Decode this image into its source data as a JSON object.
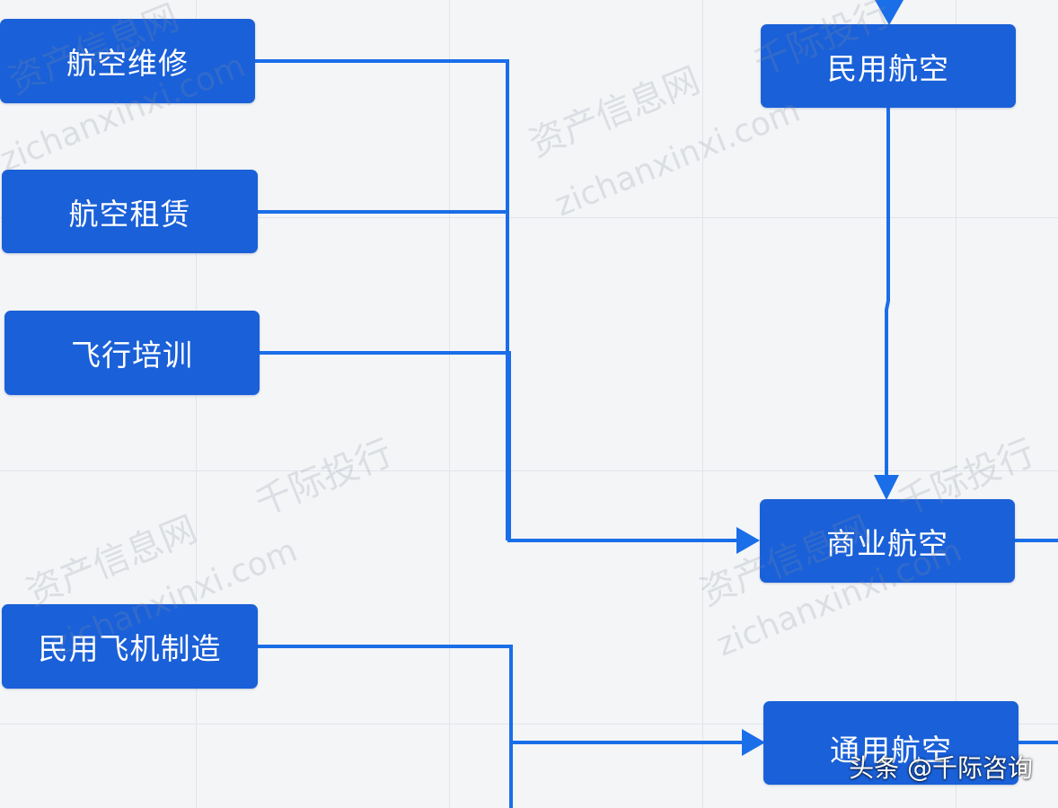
{
  "nodes": {
    "aviation_maintenance": "航空维修",
    "aviation_leasing": "航空租赁",
    "flight_training": "飞行培训",
    "civil_aircraft_manufacturing": "民用飞机制造",
    "civil_aviation": "民用航空",
    "commercial_aviation": "商业航空",
    "general_aviation": "通用航空"
  },
  "colors": {
    "node_fill": "#1a60d8",
    "connector": "#1a6ee8",
    "background": "#f4f5f7"
  },
  "watermarks": {
    "brand_cn": "资产信息网",
    "brand_cn_2": "千际投行",
    "domain": "zichanxinxi.com"
  },
  "credit": "头条 @千际咨询"
}
